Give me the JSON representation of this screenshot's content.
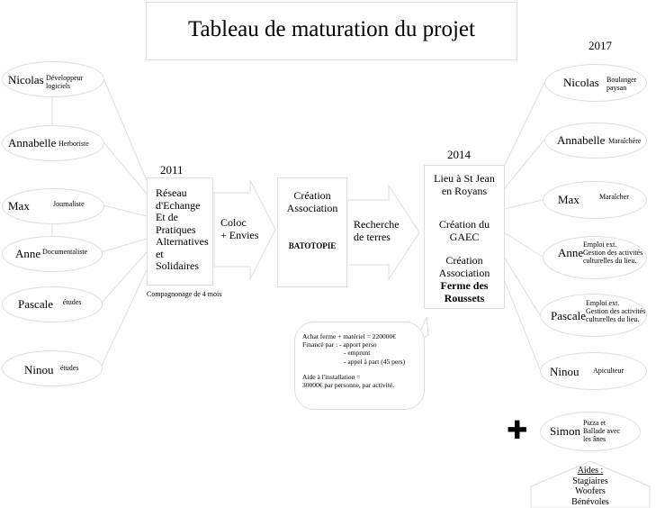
{
  "title": "Tableau de maturation du projet",
  "years": {
    "y2011": "2011",
    "y2014": "2014",
    "y2017": "2017"
  },
  "left_people": [
    {
      "name": "Nicolas",
      "role": "Développeur logiciels"
    },
    {
      "name": "Annabelle",
      "role": "Herboriste"
    },
    {
      "name": "Max",
      "role": "Journaliste"
    },
    {
      "name": "Anne",
      "role": "Documentaliste"
    },
    {
      "name": "Pascale",
      "role": "études"
    },
    {
      "name": "Ninou",
      "role": "études"
    }
  ],
  "stage_2011": {
    "lines": [
      "Réseau",
      "d'Echange",
      "Et de",
      "Pratiques",
      "Alternatives",
      "et",
      "Solidaires"
    ],
    "note": "Compagnonage de 4 mois"
  },
  "arrow1": {
    "lines": [
      "Coloc",
      "+ Envies"
    ]
  },
  "stage_asso": {
    "lines": [
      "Création",
      "Association"
    ],
    "name": "BATOTOPIE"
  },
  "arrow2": {
    "lines": [
      "Recherche",
      "de terres"
    ]
  },
  "stage_2014": {
    "line1": [
      "Lieu à St Jean",
      "en Royans"
    ],
    "line2": [
      "Création du",
      "GAEC"
    ],
    "line3": [
      "Création",
      "Association"
    ],
    "line4": [
      "Ferme des",
      "Roussets"
    ]
  },
  "finance_bubble": {
    "l1": "Achat ferme + matériel = 220000€",
    "l2": "Financé par : - apport perso",
    "l3": "- emprunt",
    "l4": "- appel à part (45 pers)",
    "l5": "Aide à l'installation =",
    "l6": "30000€ par personne, par activité."
  },
  "right_people": [
    {
      "name": "Nicolas",
      "role": [
        "Boulanger",
        "paysan"
      ]
    },
    {
      "name": "Annabelle",
      "role": [
        "Maraîchère"
      ]
    },
    {
      "name": "Max",
      "role": [
        "Maraîcher"
      ]
    },
    {
      "name": "Anne",
      "role": [
        "Emploi ext.",
        "Gestion des activités",
        "culturelles du lieu."
      ]
    },
    {
      "name": "Pascale",
      "role": [
        "Emploi ext.",
        "Gestion des activités",
        "culturelles du lieu."
      ]
    },
    {
      "name": "Ninou",
      "role": [
        "Apiculteur"
      ]
    },
    {
      "name": "Simon",
      "role": [
        "Pizza et",
        "Ballade avec",
        "les ânes"
      ]
    }
  ],
  "plus_symbol": "✚",
  "aides": {
    "title": "Aides :",
    "items": [
      "Stagiaires",
      "Woofers",
      "Bénévoles"
    ]
  }
}
